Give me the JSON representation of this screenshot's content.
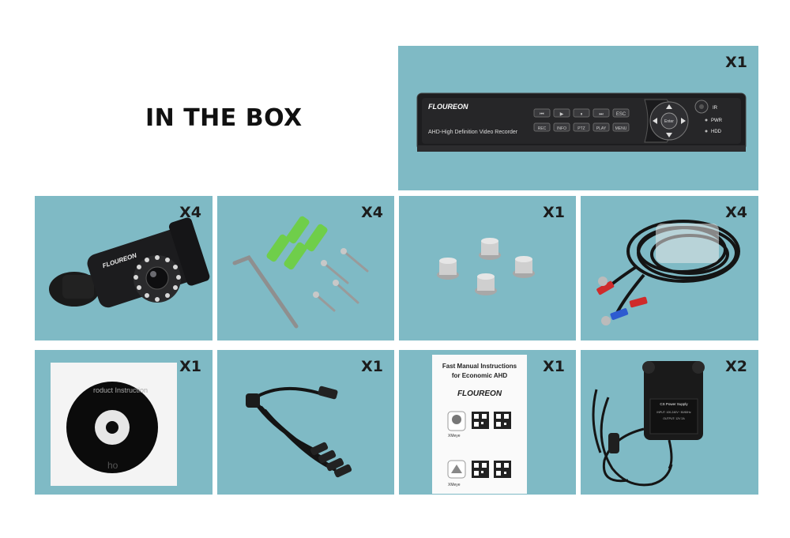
{
  "title": "IN THE BOX",
  "items": [
    {
      "name": "dvr",
      "qty": "X1"
    },
    {
      "name": "camera",
      "qty": "X4"
    },
    {
      "name": "anchors-screws",
      "qty": "X4"
    },
    {
      "name": "bolts",
      "qty": "X1"
    },
    {
      "name": "cables",
      "qty": "X4"
    },
    {
      "name": "cd",
      "qty": "X1"
    },
    {
      "name": "splitter",
      "qty": "X1"
    },
    {
      "name": "manual",
      "qty": "X1"
    },
    {
      "name": "power-adapter",
      "qty": "X2"
    }
  ],
  "dvr": {
    "brand": "FLOUREON",
    "model_text": "AHD-High Definition Video Recorder",
    "buttons_row1": [
      "⏮",
      "▶",
      "⏸",
      "⏭",
      "ESC"
    ],
    "buttons_row2": [
      "REC",
      "INFO",
      "PTZ",
      "PLAY",
      "MENU"
    ],
    "enter_label": "Enter",
    "indicators": [
      "IR",
      "PWR",
      "HDD"
    ]
  },
  "camera": {
    "brand": "FLOUREON"
  },
  "cd": {
    "label_text": "roduct Instruction",
    "bottom_text": "ho"
  },
  "manual": {
    "heading_line1": "Fast Manual Instructions",
    "heading_line2": "for Economic AHD",
    "brand": "FLOUREON",
    "app_label_1": "XMeye",
    "app_label_2": "XMeye"
  },
  "adapter": {
    "label_line1": "CS Power Supply",
    "label_line2": "INPUT: 100-240V~ 50/60Hz",
    "label_line3": "OUTPUT: 12V 2A"
  }
}
